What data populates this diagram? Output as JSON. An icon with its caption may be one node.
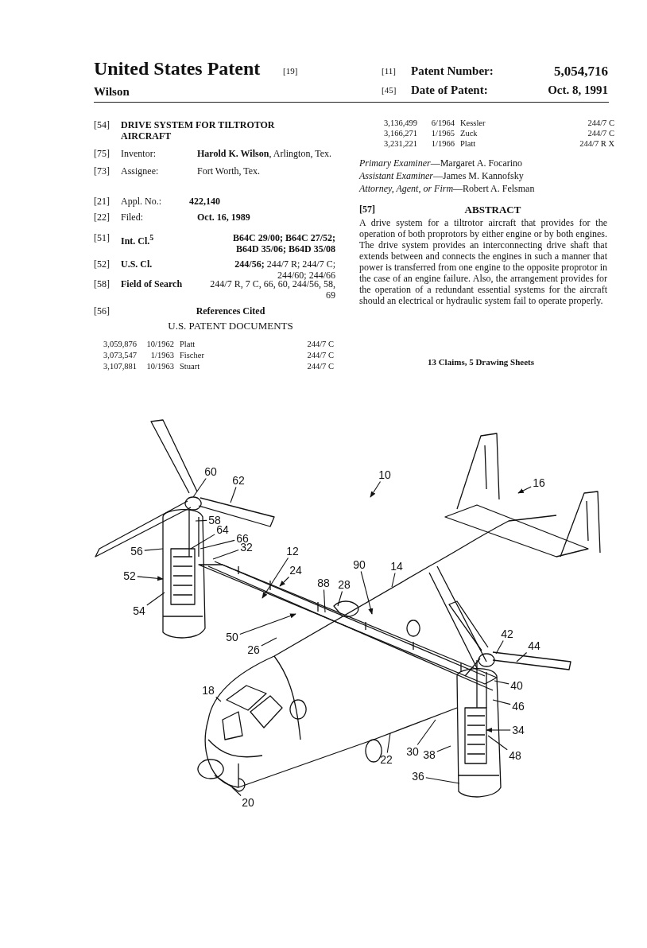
{
  "diagram": {
    "nodes": [
      {
        "text": [
          "60"
        ]
      },
      {
        "text": [
          "62"
        ]
      },
      {
        "text": [
          "10"
        ]
      },
      {
        "text": [
          "16"
        ]
      },
      {
        "text": [
          "58"
        ]
      },
      {
        "text": [
          "64"
        ]
      },
      {
        "text": [
          "56"
        ]
      },
      {
        "text": [
          "66"
        ]
      },
      {
        "text": [
          "32"
        ]
      },
      {
        "text": [
          "12"
        ]
      },
      {
        "text": [
          "14"
        ]
      },
      {
        "text": [
          "90"
        ]
      },
      {
        "text": [
          "52"
        ]
      },
      {
        "text": [
          "24"
        ]
      },
      {
        "text": [
          "88"
        ]
      },
      {
        "text": [
          "28"
        ]
      },
      {
        "text": [
          "54"
        ]
      },
      {
        "text": [
          "50"
        ]
      },
      {
        "text": [
          "26"
        ]
      },
      {
        "text": [
          "42"
        ]
      },
      {
        "text": [
          "44"
        ]
      },
      {
        "text": [
          "40"
        ]
      },
      {
        "text": [
          "18"
        ]
      },
      {
        "text": [
          "46"
        ]
      },
      {
        "text": [
          "34"
        ]
      },
      {
        "text": [
          "30"
        ]
      },
      {
        "text": [
          "38"
        ]
      },
      {
        "text": [
          "48"
        ]
      },
      {
        "text": [
          "22"
        ]
      },
      {
        "text": [
          "36"
        ]
      },
      {
        "text": [
          "20"
        ]
      }
    ],
    "edges": [
      {
        "from": 0,
        "to": null,
        "arrow": "none"
      },
      {
        "from": 1,
        "to": null,
        "arrow": "none"
      },
      {
        "from": 2,
        "to": null,
        "arrow": "to"
      },
      {
        "from": 3,
        "to": null,
        "arrow": "to"
      },
      {
        "from": 4,
        "to": null,
        "arrow": "none"
      },
      {
        "from": 5,
        "to": null,
        "arrow": "none"
      },
      {
        "from": 6,
        "to": null,
        "arrow": "none"
      },
      {
        "from": 7,
        "to": null,
        "arrow": "none"
      },
      {
        "from": 8,
        "to": null,
        "arrow": "none"
      },
      {
        "from": 9,
        "to": null,
        "arrow": "to"
      },
      {
        "from": 10,
        "to": null,
        "arrow": "none"
      },
      {
        "from": 11,
        "to": null,
        "arrow": "to"
      },
      {
        "from": 12,
        "to": null,
        "arrow": "to"
      },
      {
        "from": 13,
        "to": null,
        "arrow": "to"
      },
      {
        "from": 14,
        "to": null,
        "arrow": "none"
      },
      {
        "from": 15,
        "to": null,
        "arrow": "none"
      },
      {
        "from": 16,
        "to": null,
        "arrow": "none"
      },
      {
        "from": 17,
        "to": null,
        "arrow": "to"
      },
      {
        "from": 18,
        "to": null,
        "arrow": "none"
      },
      {
        "from": 19,
        "to": null,
        "arrow": "none"
      },
      {
        "from": 20,
        "to": null,
        "arrow": "none"
      },
      {
        "from": 21,
        "to": null,
        "arrow": "none"
      },
      {
        "from": 22,
        "to": null,
        "arrow": "none"
      },
      {
        "from": 23,
        "to": null,
        "arrow": "none"
      },
      {
        "from": 24,
        "to": null,
        "arrow": "to"
      },
      {
        "from": 25,
        "to": null,
        "arrow": "none"
      },
      {
        "from": 26,
        "to": null,
        "arrow": "none"
      },
      {
        "from": 27,
        "to": null,
        "arrow": "none"
      },
      {
        "from": 28,
        "to": null,
        "arrow": "none"
      },
      {
        "from": 29,
        "to": null,
        "arrow": "none"
      },
      {
        "from": 30,
        "to": null,
        "arrow": "none"
      }
    ],
    "labels": [
      "United States Patent",
      "[19]",
      "Wilson",
      "[11]",
      "Patent Number:",
      "5,054,716",
      "[45]",
      "Date of Patent:",
      "Oct. 8, 1991",
      "[54]",
      "DRIVE SYSTEM FOR TILTROTOR AIRCRAFT",
      "[75]",
      "Inventor:",
      "**Harold K. Wilson**, Arlington, Tex.",
      "[73]",
      "Assignee:",
      "Fort Worth, Tex.",
      "[21]",
      "Appl. No.:",
      "422,140",
      "[22]",
      "Filed:",
      "Oct. 16, 1989",
      "[51]",
      "Int. Cl.$^{5}$",
      "B64C 29/00; B64C 27/52; B64D 35/06; B64D 35/08",
      "[52]",
      "U.S. Cl.",
      "**244/56;** 244/7 R; 244/7 C; 244/60; 244/66",
      "[58]",
      "Field of Search",
      "244/7 R, 7 C, 66, 60, 244/56, 58, 69",
      "[56]",
      "References Cited",
      "U.S. PATENT DOCUMENTS",
      "3,059,876",
      "10/1962",
      "Platt",
      "244/7 C",
      "3,073,547",
      "1/1963",
      "Fischer",
      "244/7 C",
      "3,107,881",
      "10/1963",
      "Stuart",
      "244/7 C",
      "3,136,499",
      "6/1964",
      "Kessler",
      "244/7 C",
      "3,166,271",
      "1/1965",
      "Zuck",
      "244/7 C",
      "3,231,221",
      "1/1966",
      "Platt",
      "244/7 R X",
      "*Primary Examiner*—Margaret A. Focarino",
      "*Assistant Examiner*—James M. Kannofsky",
      "*Attorney, Agent, or Firm*—Robert A. Felsman",
      "[57]",
      "ABSTRACT",
      "A drive system for a tiltrotor aircraft that provides for the operation of both proprotors by either engine or by both engines. The drive system provides an interconnecting drive shaft that extends between and connects the engines in such a manner that power is transferred from one engine to the opposite proprotor in the case of an engine failure. Also, the arrangement provides for the operation of a redundant essential systems for the aircraft should an electrical or hydraulic system fail to operate properly.",
      "13 Claims, 5 Drawing Sheets"
    ]
  }
}
